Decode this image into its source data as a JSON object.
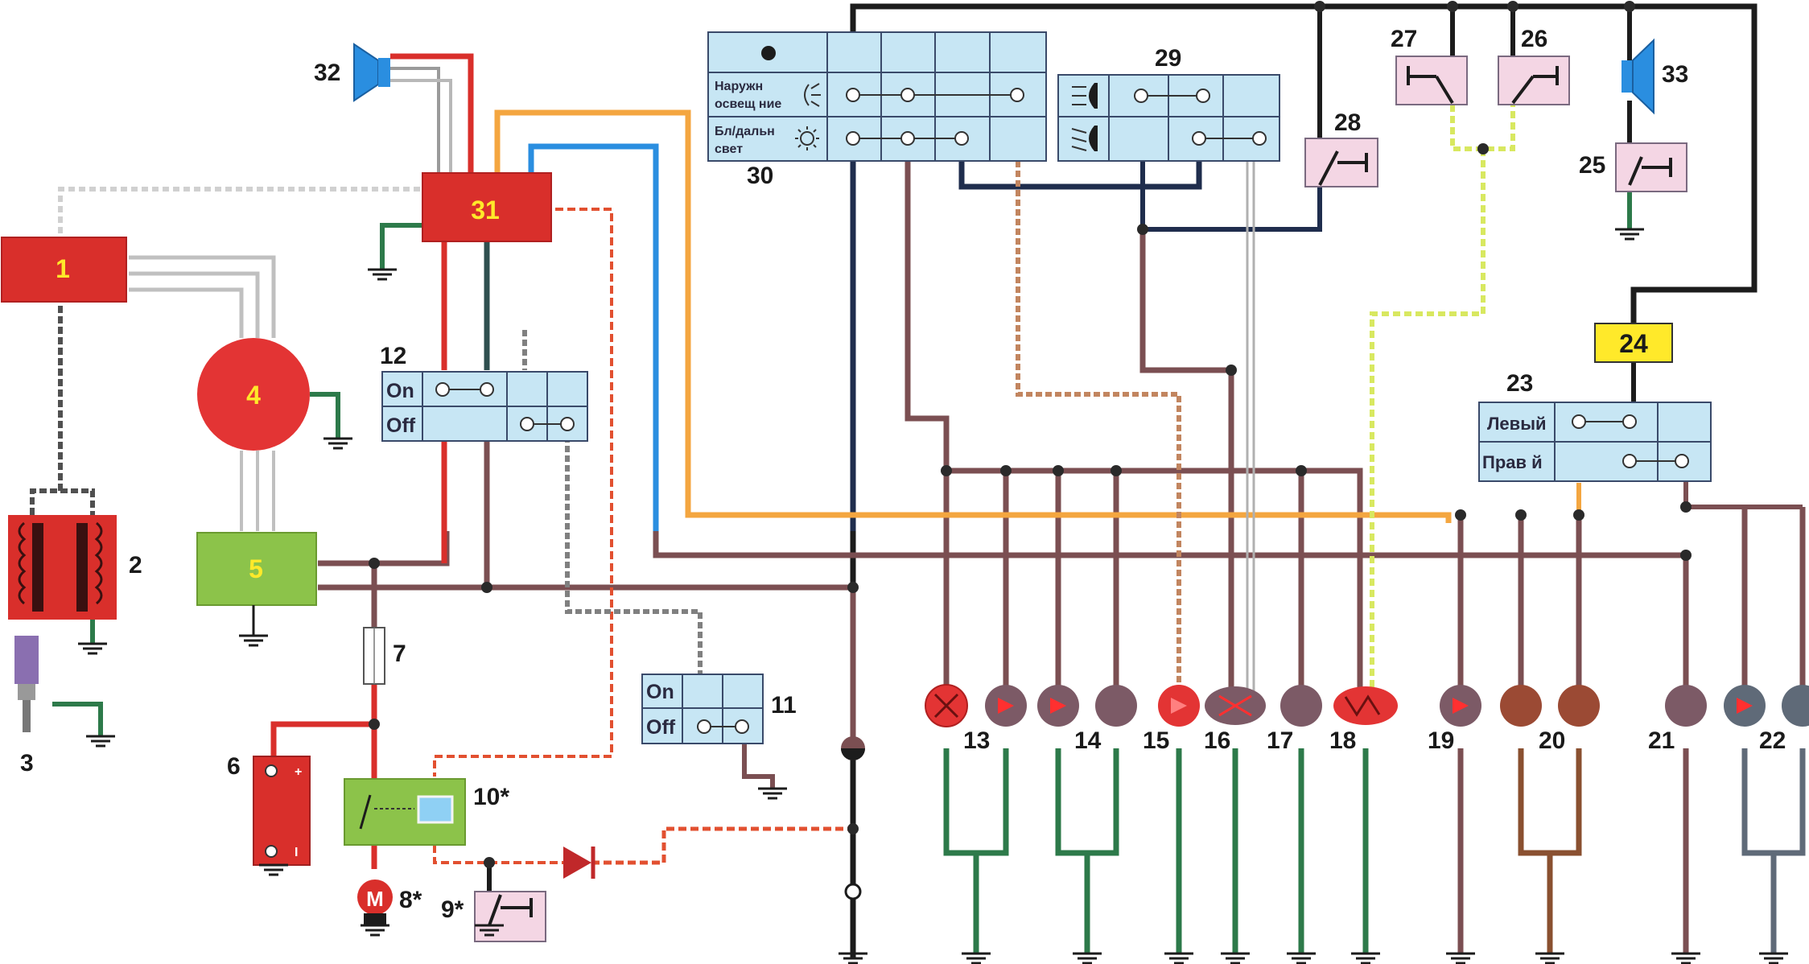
{
  "colors": {
    "red": "#d92f2b",
    "brown": "#7b4f52",
    "navy": "#1f2d4d",
    "green": "#2d7a4a",
    "orange": "#f4a640",
    "blue": "#2a8ee0",
    "black": "#1c1c1c",
    "lightblue": "#c7e6f4",
    "pink": "#f4d6e4",
    "yellow": "#ffe92a",
    "greenbox": "#8cc34a",
    "lamp": "#e33434",
    "lampbrown": "#9b4a34",
    "lampmauve": "#7c5a66",
    "lampgrey": "#5f6a78"
  },
  "labels": {
    "n1": "1",
    "n2": "2",
    "n3": "3",
    "n4": "4",
    "n5": "5",
    "n6": "6",
    "n7": "7",
    "n8": "8*",
    "n9": "9*",
    "n10": "10*",
    "n11": "11",
    "n12": "12",
    "n13": "13",
    "n14": "14",
    "n15": "15",
    "n16": "16",
    "n17": "17",
    "n18": "18",
    "n19": "19",
    "n20": "20",
    "n21": "21",
    "n22": "22",
    "n23": "23",
    "n24": "24",
    "n25": "25",
    "n26": "26",
    "n27": "27",
    "n28": "28",
    "n29": "29",
    "n30": "30",
    "n31": "31",
    "n32": "32",
    "n33": "33"
  },
  "switch12": {
    "on": "On",
    "off": "Off"
  },
  "switch11": {
    "on": "On",
    "off": "Off"
  },
  "switch23": {
    "left": "Левый",
    "right": "Прав й"
  },
  "switch30": {
    "row1_line1": "Наружн",
    "row1_line2": "освещ ние",
    "row2_line1": "Бл/дальн",
    "row2_line2": "свет"
  },
  "battery": {
    "plus": "+",
    "minus": "I"
  },
  "motor": {
    "symbol": "M"
  }
}
